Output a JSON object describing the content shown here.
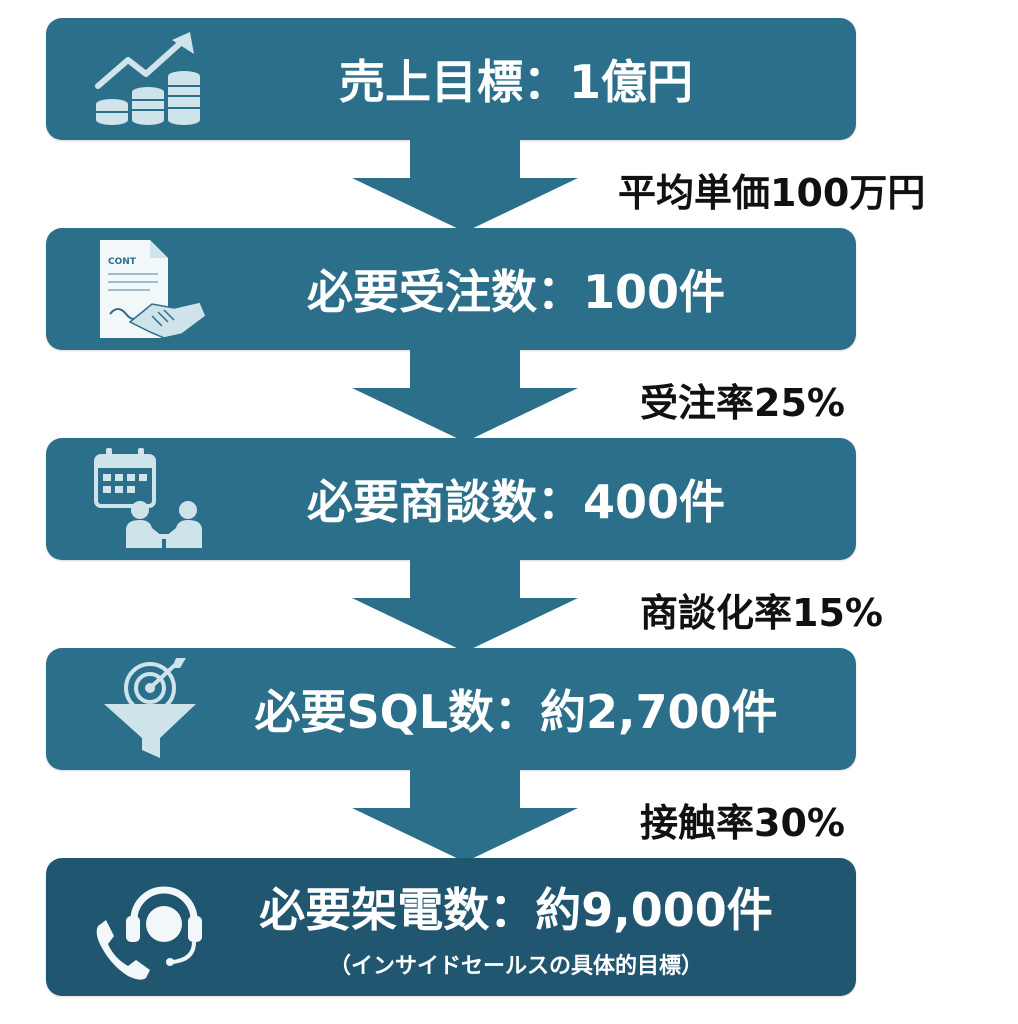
{
  "colors": {
    "box": "#2b6f8b",
    "box_dark": "#215670",
    "arrow": "#2b6f8b",
    "icon": "#cfe3ea",
    "rate_text": "#111111"
  },
  "steps": [
    {
      "label": "売上目標：1億円",
      "icon": "revenue-growth-icon"
    },
    {
      "label": "必要受注数：100件",
      "icon": "contract-handshake-icon"
    },
    {
      "label": "必要商談数：400件",
      "icon": "meeting-calendar-icon"
    },
    {
      "label": "必要SQL数：約2,700件",
      "icon": "funnel-target-icon"
    },
    {
      "label": "必要架電数：約9,000件",
      "sublabel": "（インサイドセールスの具体的目標）",
      "icon": "call-headset-icon"
    }
  ],
  "rates": [
    "平均単価100万円",
    "受注率25%",
    "商談化率15%",
    "接触率30%"
  ]
}
